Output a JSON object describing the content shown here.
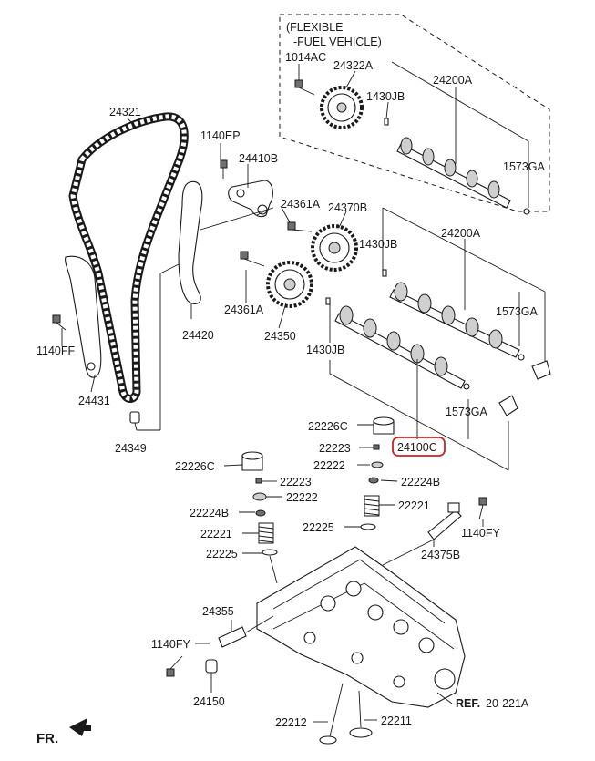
{
  "diagram": {
    "flex_box_title_line1": "(FLEXIBLE",
    "flex_box_title_line2": "-FUEL VEHICLE)",
    "highlight_color": "#cc2222",
    "labels": {
      "p1014AC": "1014AC",
      "p24322A": "24322A",
      "p1430JB_top": "1430JB",
      "p24200A_top": "24200A",
      "p1573GA_top": "1573GA",
      "p24321": "24321",
      "p1140EP": "1140EP",
      "p24410B": "24410B",
      "p24361A_upper": "24361A",
      "p24370B": "24370B",
      "p1430JB_mid": "1430JB",
      "p24200A_mid": "24200A",
      "p24361A_lower": "24361A",
      "p24420": "24420",
      "p24350": "24350",
      "p1573GA_mid": "1573GA",
      "p1430JB_low": "1430JB",
      "p1140FF": "1140FF",
      "p24431": "24431",
      "p1573GA_low": "1573GA",
      "p22226C_right": "22226C",
      "p24100C": "24100C",
      "p22223_right": "22223",
      "p24349": "24349",
      "p22222_right": "22222",
      "p22226C_left": "22226C",
      "p22224B_right": "22224B",
      "p22223_left": "22223",
      "p22222_left": "22222",
      "p22221_right": "22221",
      "p22224B_left": "22224B",
      "p22225_right": "22225",
      "p1140FY_right": "1140FY",
      "p22221_left": "22221",
      "p24375B": "24375B",
      "p22225_left": "22225",
      "p24355": "24355",
      "p1140FY_left": "1140FY",
      "p24150": "24150",
      "p22212": "22212",
      "p22211": "22211",
      "ref_prefix": "REF.",
      "ref_value": "20-221A",
      "front_marker": "FR."
    }
  }
}
